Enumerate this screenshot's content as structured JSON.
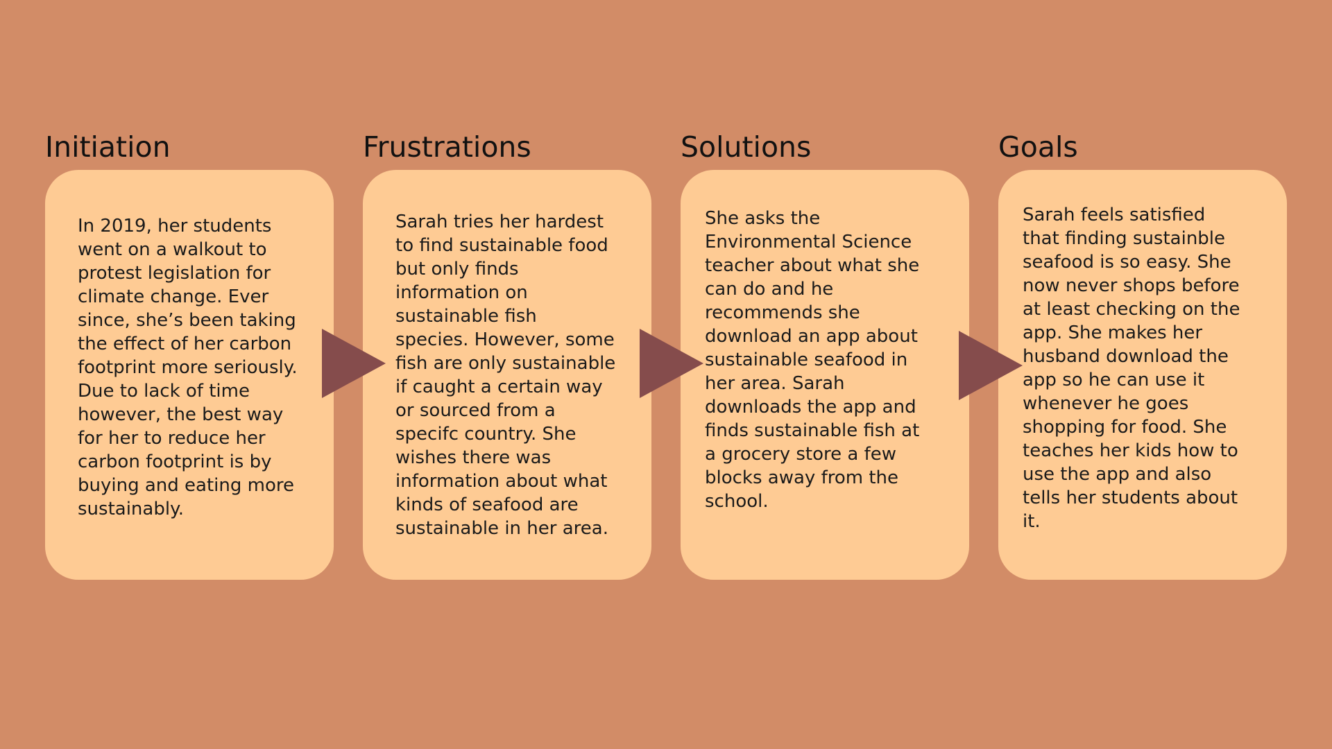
{
  "colors": {
    "background": "#D28C67",
    "card": "#FECB94",
    "arrow": "#854C4C",
    "text": "#1A1A1A"
  },
  "stages": [
    {
      "title": "Initiation",
      "lines": [
        "In 2019, her students",
        "went on a walkout to",
        "protest legislation for",
        "climate change. Ever",
        "since, she’s been taking",
        "the effect of her carbon",
        "footprint more seriously.",
        "Due to lack of time",
        "however, the best way",
        "for her to reduce her",
        "carbon footprint is by",
        "buying and eating more",
        "sustainably."
      ]
    },
    {
      "title": "Frustrations",
      "lines": [
        "Sarah tries her hardest",
        "to find sustainable food",
        "but only finds",
        "information on",
        "sustainable fish",
        "species. However, some",
        "fish are only sustainable",
        "if caught a certain way",
        "or sourced from a",
        "specifc country. She",
        "wishes there was",
        "information about what",
        "kinds of seafood are",
        "sustainable in her area."
      ]
    },
    {
      "title": "Solutions",
      "lines": [
        "She asks the",
        "Environmental Science",
        "teacher about what she",
        "can do and he",
        "recommends she",
        "download an app about",
        "sustainable seafood in",
        "her area. Sarah",
        "downloads the app and",
        "finds sustainable fish at",
        "a grocery store a few",
        "blocks away from the",
        "school."
      ]
    },
    {
      "title": "Goals",
      "lines": [
        "Sarah feels satisfied",
        "that finding sustainble",
        "seafood is so easy. She",
        "now never shops before",
        "at least checking on the",
        "app. She makes her",
        "husband download the",
        "app so he can use it",
        "whenever he goes",
        "shopping for food. She",
        "teaches her kids how to",
        "use the app and also",
        "tells her students about",
        "it."
      ]
    }
  ],
  "arrows": [
    {
      "icon": "triangle-right-icon"
    },
    {
      "icon": "triangle-right-icon"
    },
    {
      "icon": "triangle-right-icon"
    }
  ]
}
